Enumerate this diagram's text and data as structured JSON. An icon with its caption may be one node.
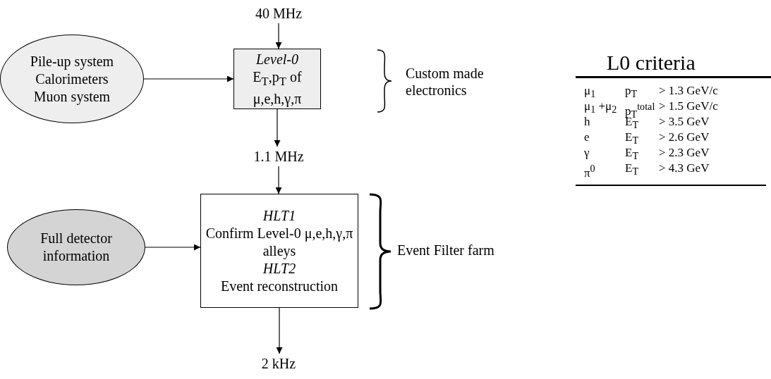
{
  "diagram": {
    "nodes": [
      {
        "text": [
          "40 MHz"
        ]
      },
      {
        "text": [
          "Pile-up system",
          "Calorimeters",
          "Muon system"
        ]
      },
      {
        "text": [
          "Level-0",
          "E$_{T}$,p$_{T}$ of μ,e,h,γ,π"
        ]
      },
      {
        "text": [
          "1.1 MHz"
        ]
      },
      {
        "text": [
          "Full detector information"
        ]
      },
      {
        "text": [
          "HLT1",
          "Confirm Level-0 μ,e,h,γ,π alleys",
          "HLT2",
          "Event reconstruction"
        ]
      },
      {
        "text": [
          "2 kHz"
        ]
      }
    ],
    "edges": [
      {
        "from": 0,
        "to": 2,
        "arrow": "to"
      },
      {
        "from": 1,
        "to": 2,
        "arrow": "to"
      },
      {
        "from": 2,
        "to": 3,
        "arrow": "to"
      },
      {
        "from": 3,
        "to": 5,
        "arrow": "to"
      },
      {
        "from": 4,
        "to": 5,
        "arrow": "to"
      },
      {
        "from": 5,
        "to": 6,
        "arrow": "to"
      }
    ],
    "labels": [
      "Custom made electronics",
      "Event Filter farm",
      "L0 criteria",
      "μ$_{1}$",
      "p$_{T}$",
      "> 1.3 GeV/c",
      "μ$_{1}$ +μ$_{2}$",
      "p$_{T}$$^{total}$",
      "> 1.5 GeV/c",
      "h",
      "E$_{T}$",
      "> 3.5 GeV",
      "e",
      "E$_{T}$",
      "> 2.6 GeV",
      "γ",
      "E$_{T}$",
      "> 2.3 GeV",
      "π$^{0}$",
      "E$_{T}$",
      "> 4.3 GeV"
    ]
  }
}
